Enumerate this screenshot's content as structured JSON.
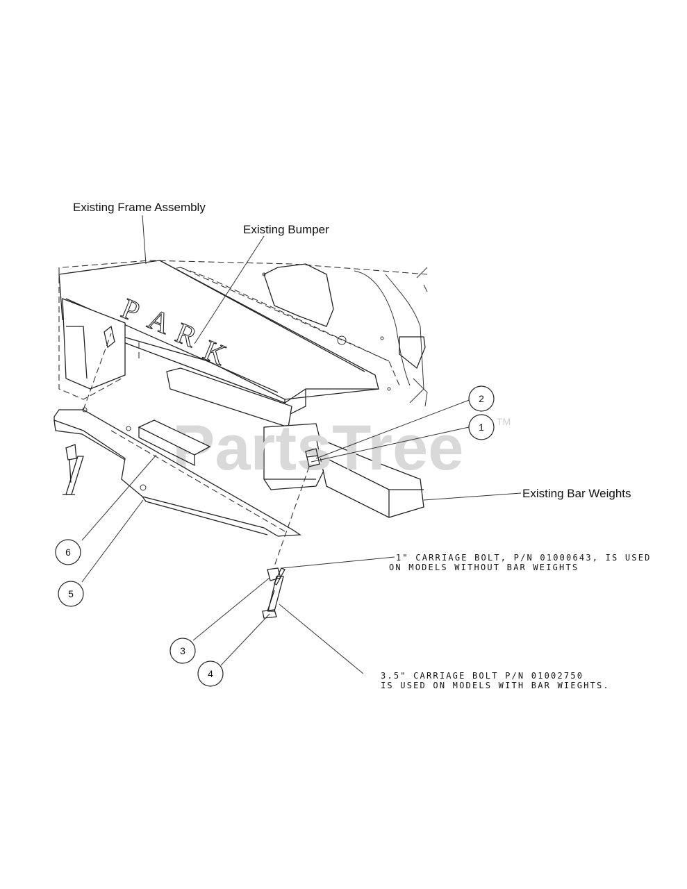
{
  "labels": {
    "frame": "Existing Frame Assembly",
    "bumper": "Existing Bumper",
    "bar_weights": "Existing Bar Weights"
  },
  "notes": {
    "bolt1_line1": "1\" CARRIAGE BOLT, P/N 01000643, IS USED",
    "bolt1_line2": "ON MODELS WITHOUT BAR WEIGHTS",
    "bolt2_line1": "3.5\" CARRIAGE BOLT P/N 01002750",
    "bolt2_line2": "IS USED ON MODELS WITH BAR WIEGHTS."
  },
  "callouts": [
    "1",
    "2",
    "3",
    "4",
    "5",
    "6"
  ],
  "watermark": {
    "text": "PartsTree",
    "tm": "TM"
  },
  "frame_lettering": "PARK"
}
